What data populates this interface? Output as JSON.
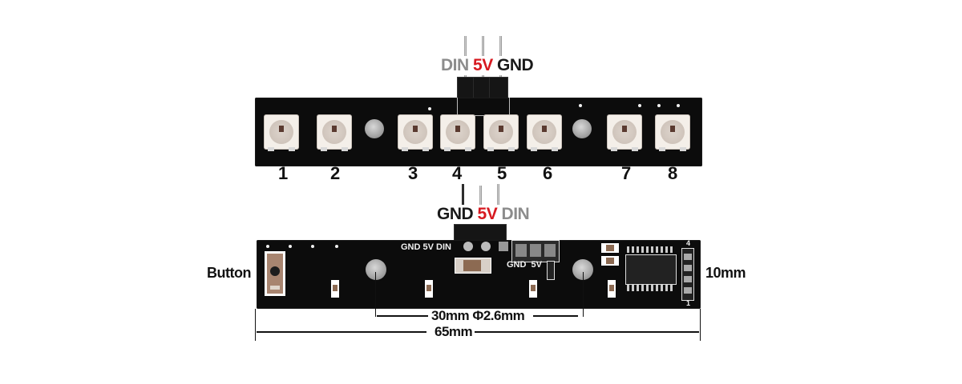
{
  "top_view": {
    "connector_labels": [
      {
        "text": "DIN",
        "color": "#8c8c8c"
      },
      {
        "text": "5V",
        "color": "#d71920"
      },
      {
        "text": "GND",
        "color": "#1a1a1a"
      }
    ],
    "led_numbers": [
      "1",
      "2",
      "3",
      "4",
      "5",
      "6",
      "7",
      "8"
    ]
  },
  "bottom_view": {
    "connector_labels": [
      {
        "text": "GND",
        "color": "#1a1a1a"
      },
      {
        "text": "5V",
        "color": "#d71920"
      },
      {
        "text": "DIN",
        "color": "#8c8c8c"
      }
    ],
    "silkscreen": {
      "pin_label_1": "GND 5V DIN",
      "pin_label_2": "GND  5V"
    },
    "button_label": "Button",
    "height_label": "10mm",
    "hole_spacing_label": "30mm Φ2.6mm",
    "length_label": "65mm",
    "connector_side_numbers": [
      "4",
      "1"
    ]
  },
  "colors": {
    "pcb": "#0c0c0c",
    "label_dark": "#1a1a1a",
    "label_red": "#d71920",
    "label_gray": "#8c8c8c",
    "background": "#ffffff"
  }
}
